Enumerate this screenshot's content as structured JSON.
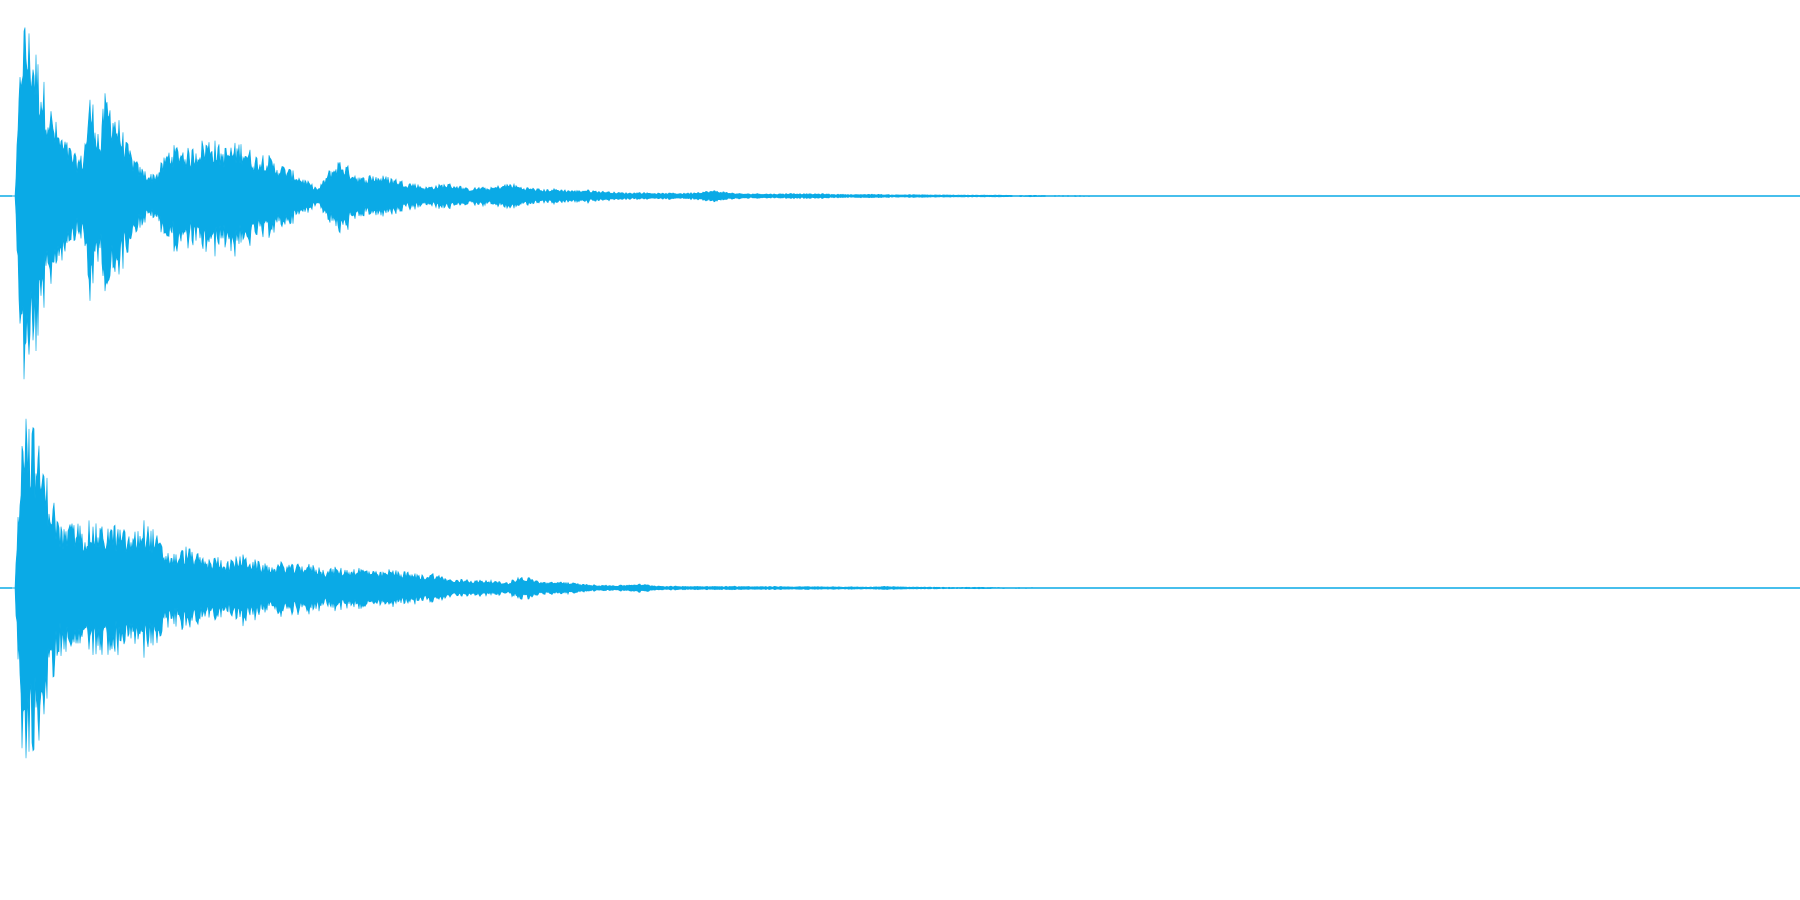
{
  "waveform": {
    "color": "#0AAAE6",
    "background": "#FFFFFF",
    "channels": [
      {
        "name": "",
        "envelope": [
          [
            0.0,
            0.0
          ],
          [
            0.004,
            0.97
          ],
          [
            0.006,
            0.95
          ],
          [
            0.01,
            0.86
          ],
          [
            0.014,
            0.7
          ],
          [
            0.018,
            0.55
          ],
          [
            0.022,
            0.42
          ],
          [
            0.026,
            0.33
          ],
          [
            0.03,
            0.28
          ],
          [
            0.034,
            0.22
          ],
          [
            0.038,
            0.22
          ],
          [
            0.042,
            0.55
          ],
          [
            0.044,
            0.5
          ],
          [
            0.048,
            0.3
          ],
          [
            0.05,
            0.55
          ],
          [
            0.054,
            0.52
          ],
          [
            0.058,
            0.42
          ],
          [
            0.062,
            0.3
          ],
          [
            0.066,
            0.22
          ],
          [
            0.07,
            0.16
          ],
          [
            0.076,
            0.12
          ],
          [
            0.08,
            0.14
          ],
          [
            0.086,
            0.26
          ],
          [
            0.092,
            0.28
          ],
          [
            0.098,
            0.25
          ],
          [
            0.104,
            0.3
          ],
          [
            0.11,
            0.32
          ],
          [
            0.116,
            0.26
          ],
          [
            0.122,
            0.28
          ],
          [
            0.128,
            0.3
          ],
          [
            0.134,
            0.22
          ],
          [
            0.14,
            0.24
          ],
          [
            0.146,
            0.18
          ],
          [
            0.152,
            0.16
          ],
          [
            0.158,
            0.12
          ],
          [
            0.164,
            0.08
          ],
          [
            0.17,
            0.04
          ],
          [
            0.176,
            0.14
          ],
          [
            0.182,
            0.2
          ],
          [
            0.188,
            0.15
          ],
          [
            0.194,
            0.1
          ],
          [
            0.2,
            0.12
          ],
          [
            0.206,
            0.11
          ],
          [
            0.212,
            0.1
          ],
          [
            0.218,
            0.08
          ],
          [
            0.224,
            0.07
          ],
          [
            0.23,
            0.05
          ],
          [
            0.236,
            0.06
          ],
          [
            0.242,
            0.07
          ],
          [
            0.248,
            0.06
          ],
          [
            0.254,
            0.04
          ],
          [
            0.26,
            0.05
          ],
          [
            0.266,
            0.045
          ],
          [
            0.272,
            0.06
          ],
          [
            0.278,
            0.07
          ],
          [
            0.284,
            0.05
          ],
          [
            0.29,
            0.045
          ],
          [
            0.296,
            0.035
          ],
          [
            0.302,
            0.04
          ],
          [
            0.308,
            0.035
          ],
          [
            0.314,
            0.03
          ],
          [
            0.32,
            0.035
          ],
          [
            0.326,
            0.028
          ],
          [
            0.332,
            0.025
          ],
          [
            0.338,
            0.02
          ],
          [
            0.344,
            0.018
          ],
          [
            0.35,
            0.02
          ],
          [
            0.356,
            0.018
          ],
          [
            0.362,
            0.015
          ],
          [
            0.368,
            0.017
          ],
          [
            0.374,
            0.015
          ],
          [
            0.38,
            0.02
          ],
          [
            0.386,
            0.025
          ],
          [
            0.392,
            0.03
          ],
          [
            0.398,
            0.022
          ],
          [
            0.404,
            0.015
          ],
          [
            0.41,
            0.012
          ],
          [
            0.416,
            0.014
          ],
          [
            0.422,
            0.012
          ],
          [
            0.428,
            0.012
          ],
          [
            0.434,
            0.015
          ],
          [
            0.44,
            0.014
          ],
          [
            0.446,
            0.012
          ],
          [
            0.452,
            0.013
          ],
          [
            0.458,
            0.01
          ],
          [
            0.464,
            0.01
          ],
          [
            0.47,
            0.008
          ],
          [
            0.476,
            0.01
          ],
          [
            0.482,
            0.01
          ],
          [
            0.488,
            0.008
          ],
          [
            0.494,
            0.007
          ],
          [
            0.5,
            0.008
          ],
          [
            0.51,
            0.007
          ],
          [
            0.52,
            0.006
          ],
          [
            0.53,
            0.006
          ],
          [
            0.54,
            0.005
          ],
          [
            0.55,
            0.005
          ],
          [
            0.56,
            0.004
          ],
          [
            0.57,
            0.004
          ],
          [
            0.58,
            0.003
          ],
          [
            0.59,
            0.003
          ],
          [
            0.6,
            0.003
          ],
          [
            0.61,
            0.002
          ],
          [
            0.62,
            0.002
          ],
          [
            0.63,
            0.002
          ],
          [
            0.64,
            0.001
          ],
          [
            0.65,
            0.001
          ],
          [
            0.66,
            0.0
          ],
          [
            1.0,
            0.0
          ]
        ]
      },
      {
        "name": "",
        "envelope": [
          [
            0.0,
            0.0
          ],
          [
            0.004,
            0.98
          ],
          [
            0.006,
            0.96
          ],
          [
            0.01,
            0.86
          ],
          [
            0.014,
            0.72
          ],
          [
            0.018,
            0.58
          ],
          [
            0.022,
            0.45
          ],
          [
            0.026,
            0.32
          ],
          [
            0.03,
            0.33
          ],
          [
            0.034,
            0.35
          ],
          [
            0.038,
            0.33
          ],
          [
            0.042,
            0.35
          ],
          [
            0.048,
            0.32
          ],
          [
            0.054,
            0.34
          ],
          [
            0.06,
            0.31
          ],
          [
            0.066,
            0.28
          ],
          [
            0.072,
            0.36
          ],
          [
            0.078,
            0.3
          ],
          [
            0.084,
            0.2
          ],
          [
            0.09,
            0.18
          ],
          [
            0.096,
            0.22
          ],
          [
            0.102,
            0.18
          ],
          [
            0.108,
            0.15
          ],
          [
            0.114,
            0.17
          ],
          [
            0.12,
            0.14
          ],
          [
            0.126,
            0.18
          ],
          [
            0.132,
            0.16
          ],
          [
            0.138,
            0.13
          ],
          [
            0.144,
            0.12
          ],
          [
            0.15,
            0.14
          ],
          [
            0.156,
            0.12
          ],
          [
            0.162,
            0.13
          ],
          [
            0.168,
            0.12
          ],
          [
            0.174,
            0.1
          ],
          [
            0.18,
            0.11
          ],
          [
            0.186,
            0.1
          ],
          [
            0.192,
            0.11
          ],
          [
            0.198,
            0.1
          ],
          [
            0.204,
            0.08
          ],
          [
            0.21,
            0.1
          ],
          [
            0.216,
            0.09
          ],
          [
            0.222,
            0.08
          ],
          [
            0.228,
            0.07
          ],
          [
            0.234,
            0.08
          ],
          [
            0.24,
            0.06
          ],
          [
            0.246,
            0.04
          ],
          [
            0.252,
            0.05
          ],
          [
            0.258,
            0.04
          ],
          [
            0.264,
            0.045
          ],
          [
            0.27,
            0.035
          ],
          [
            0.276,
            0.03
          ],
          [
            0.282,
            0.06
          ],
          [
            0.288,
            0.055
          ],
          [
            0.294,
            0.035
          ],
          [
            0.3,
            0.03
          ],
          [
            0.306,
            0.035
          ],
          [
            0.312,
            0.028
          ],
          [
            0.318,
            0.02
          ],
          [
            0.324,
            0.018
          ],
          [
            0.33,
            0.016
          ],
          [
            0.336,
            0.014
          ],
          [
            0.342,
            0.016
          ],
          [
            0.348,
            0.022
          ],
          [
            0.354,
            0.018
          ],
          [
            0.36,
            0.012
          ],
          [
            0.366,
            0.01
          ],
          [
            0.372,
            0.01
          ],
          [
            0.378,
            0.009
          ],
          [
            0.384,
            0.01
          ],
          [
            0.39,
            0.009
          ],
          [
            0.396,
            0.009
          ],
          [
            0.402,
            0.01
          ],
          [
            0.408,
            0.009
          ],
          [
            0.414,
            0.008
          ],
          [
            0.42,
            0.008
          ],
          [
            0.426,
            0.009
          ],
          [
            0.432,
            0.008
          ],
          [
            0.438,
            0.007
          ],
          [
            0.444,
            0.008
          ],
          [
            0.45,
            0.007
          ],
          [
            0.456,
            0.007
          ],
          [
            0.462,
            0.006
          ],
          [
            0.468,
            0.007
          ],
          [
            0.474,
            0.006
          ],
          [
            0.48,
            0.006
          ],
          [
            0.486,
            0.009
          ],
          [
            0.492,
            0.008
          ],
          [
            0.5,
            0.005
          ],
          [
            0.51,
            0.005
          ],
          [
            0.52,
            0.004
          ],
          [
            0.53,
            0.004
          ],
          [
            0.54,
            0.004
          ],
          [
            0.55,
            0.003
          ],
          [
            0.56,
            0.003
          ],
          [
            0.57,
            0.003
          ],
          [
            0.58,
            0.002
          ],
          [
            0.59,
            0.002
          ],
          [
            0.6,
            0.002
          ],
          [
            0.61,
            0.002
          ],
          [
            0.62,
            0.001
          ],
          [
            0.63,
            0.001
          ],
          [
            0.64,
            0.001
          ],
          [
            0.65,
            0.001
          ],
          [
            0.665,
            0.0
          ],
          [
            1.0,
            0.0
          ]
        ]
      }
    ]
  }
}
